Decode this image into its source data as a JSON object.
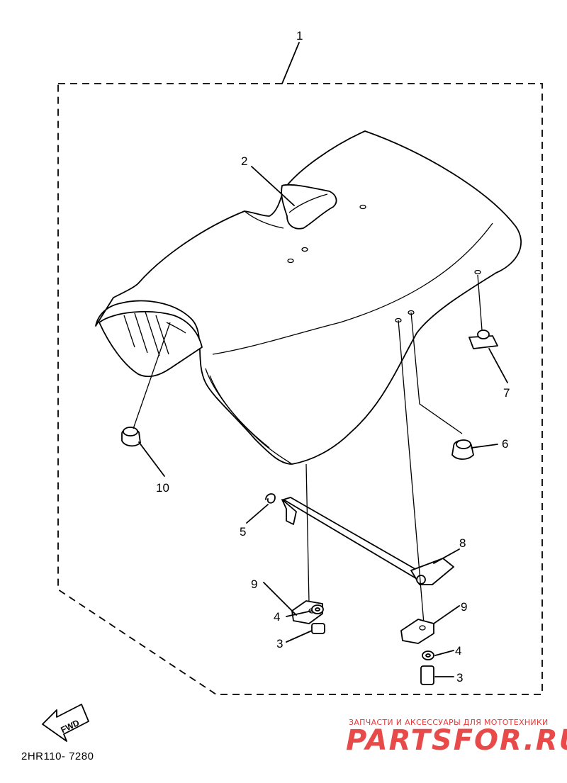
{
  "labels": {
    "p1": "1",
    "p2": "2",
    "p3a": "3",
    "p3b": "3",
    "p4a": "4",
    "p4b": "4",
    "p5": "5",
    "p6": "6",
    "p7": "7",
    "p8": "8",
    "p9a": "9",
    "p9b": "9",
    "p10": "10"
  },
  "fwd_arrow": "FWD",
  "diagram_code": "2HR110- 7280",
  "watermark": {
    "tagline": "ЗАПЧАСТИ И АКСЕССУАРЫ ДЛЯ МОТОТЕХНИКИ",
    "logo": "PARTSFOR.RU"
  }
}
